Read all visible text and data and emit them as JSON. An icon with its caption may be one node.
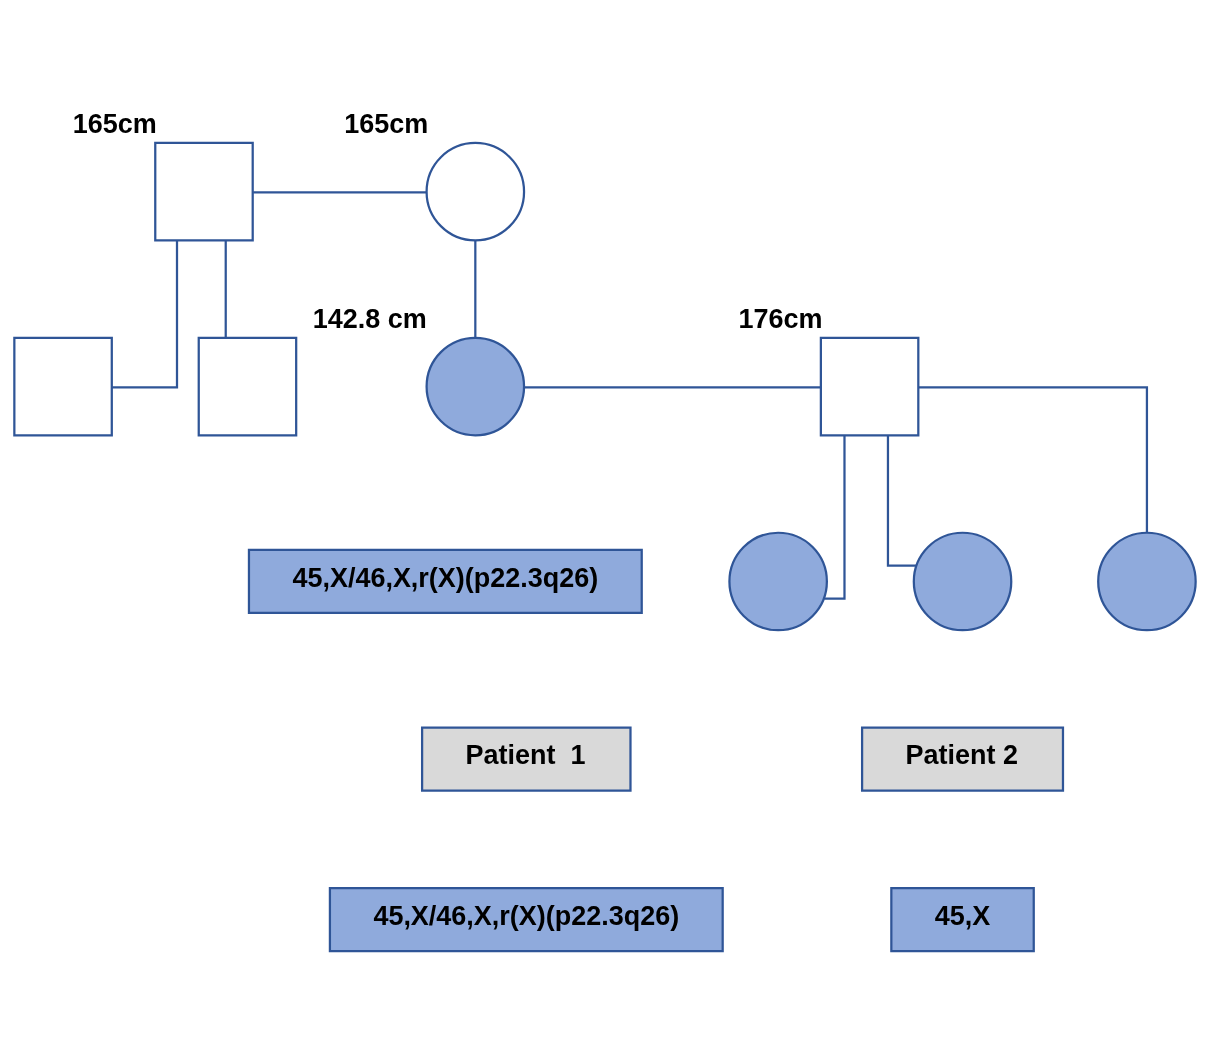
{
  "diagram": {
    "nodes": [
      {
        "text": [],
        "shape": "box",
        "beside": [
          "165cm"
        ]
      },
      {
        "text": [],
        "shape": "circle",
        "beside": [
          "165cm"
        ]
      },
      {
        "text": [],
        "shape": "box"
      },
      {
        "text": [],
        "shape": "box"
      },
      {
        "text": [],
        "shape": "circle",
        "beside": [
          "142.8 cm"
        ]
      },
      {
        "text": [],
        "shape": "box",
        "beside": [
          "176cm"
        ]
      },
      {
        "text": [
          "45,X/46,X,r(X)(p22.3q26)"
        ]
      },
      {
        "text": [],
        "shape": "circle"
      },
      {
        "text": [],
        "shape": "circle"
      },
      {
        "text": [],
        "shape": "circle"
      },
      {
        "text": [
          "Patient  1"
        ]
      },
      {
        "text": [
          "Patient 2"
        ]
      },
      {
        "text": [
          "45,X/46,X,r(X)(p22.3q26)"
        ]
      },
      {
        "text": [
          "45,X"
        ]
      }
    ],
    "edges": [
      {
        "from": 0,
        "to": 1,
        "arrow": "none"
      },
      {
        "from": 0,
        "to": 2,
        "arrow": "none"
      },
      {
        "from": 0,
        "to": 3,
        "arrow": "none"
      },
      {
        "from": 1,
        "to": 4,
        "arrow": "none"
      },
      {
        "from": 4,
        "to": 5,
        "arrow": "none"
      },
      {
        "from": 5,
        "to": 7,
        "arrow": "none"
      },
      {
        "from": 5,
        "to": 8,
        "arrow": "none"
      },
      {
        "from": 5,
        "to": 9,
        "arrow": "none"
      }
    ]
  }
}
